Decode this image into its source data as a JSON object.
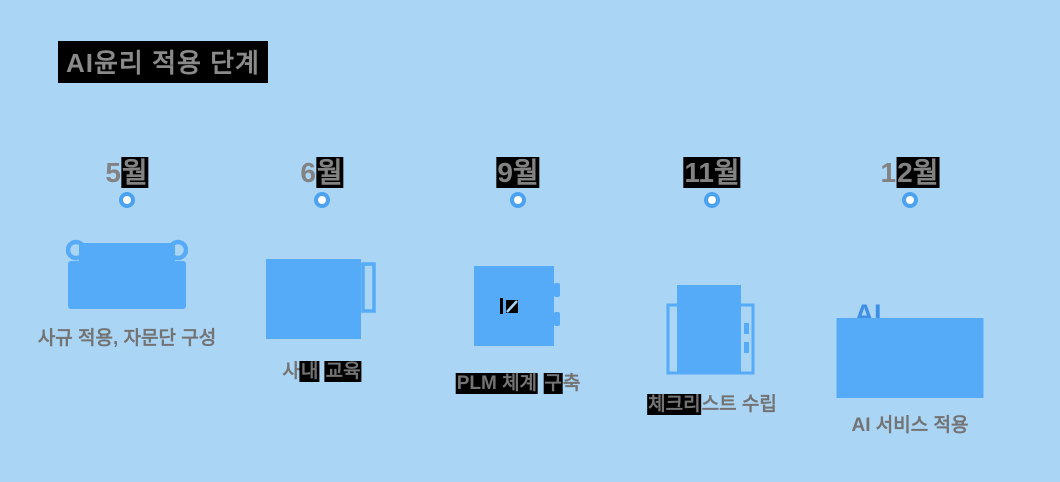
{
  "title": "AI윤리 적용 단계",
  "colors": {
    "background": "#abd5f5",
    "icon_blue": "#55abf7",
    "marker_ring_blue": "#4aa2f0",
    "marker_center": "#ffffff",
    "text_gray": "#828282",
    "label_gray": "#737373",
    "highlight_black": "#000000",
    "ai_overlay_blue": "#3e90e6"
  },
  "timeline": {
    "stages": [
      {
        "month": "5월",
        "month_segments": [
          {
            "text": "5",
            "highlighted": false
          },
          {
            "text": "월",
            "highlighted": true
          }
        ],
        "icon": "meeting-icon",
        "label": "사규 적용, 자문단 구성",
        "label_segments": [
          {
            "text": "사규 적용, 자문단 구성",
            "highlighted": false
          }
        ]
      },
      {
        "month": "6월",
        "month_segments": [
          {
            "text": "6",
            "highlighted": false
          },
          {
            "text": "월",
            "highlighted": true
          }
        ],
        "icon": "training-board-icon",
        "label": "사내 교육",
        "label_segments": [
          {
            "text": "사",
            "highlighted": false
          },
          {
            "text": "내",
            "highlighted": true
          },
          {
            "text": " ",
            "highlighted": false
          },
          {
            "text": "교육",
            "highlighted": true
          }
        ]
      },
      {
        "month": "9월",
        "month_segments": [
          {
            "text": "9월",
            "highlighted": true
          }
        ],
        "icon": "plm-system-icon",
        "label": "PLM 체계 구축",
        "label_segments": [
          {
            "text": "PLM 체계",
            "highlighted": true
          },
          {
            "text": " ",
            "highlighted": false
          },
          {
            "text": "구",
            "highlighted": true
          },
          {
            "text": "축",
            "highlighted": false
          }
        ]
      },
      {
        "month": "11월",
        "month_segments": [
          {
            "text": "11월",
            "highlighted": true
          }
        ],
        "icon": "checklist-icon",
        "label": "체크리스트 수립",
        "label_segments": [
          {
            "text": "체크리",
            "highlighted": true
          },
          {
            "text": "스트 수립",
            "highlighted": false
          }
        ]
      },
      {
        "month": "12월",
        "month_segments": [
          {
            "text": "1",
            "highlighted": false
          },
          {
            "text": "2월",
            "highlighted": true
          }
        ],
        "icon": "ai-service-icon",
        "icon_overlay_text": "AI",
        "label": "AI 서비스 적용",
        "label_segments": [
          {
            "text": "AI 서비스 적용",
            "highlighted": false
          }
        ]
      }
    ]
  }
}
